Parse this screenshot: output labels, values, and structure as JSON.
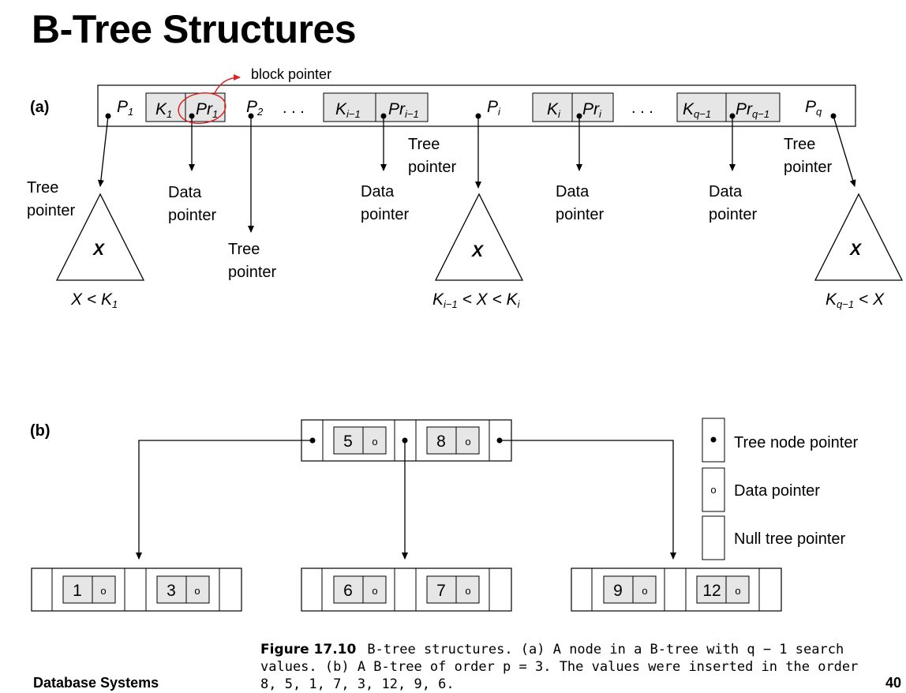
{
  "slide": {
    "title": "B-Tree Structures",
    "footer_left": "Database Systems",
    "page_number": "40"
  },
  "part_a": {
    "label": "(a)",
    "block_pointer_label": "block pointer",
    "tree_pointer_label": "Tree\npointer",
    "data_pointer_label": "Data\npointer",
    "subtree_label": "X",
    "conditions": [
      "X < K1",
      "Ki−1 < X < Ki",
      "Kq−1 < X"
    ]
  },
  "part_b": {
    "label": "(b)",
    "root_keys": [
      "5",
      "8"
    ],
    "leaf_nodes": [
      [
        "1",
        "3"
      ],
      [
        "6",
        "7"
      ],
      [
        "9",
        "12"
      ]
    ],
    "data_pointer_symbol": "o",
    "legend": [
      {
        "symbol": "•",
        "label": "Tree node pointer"
      },
      {
        "symbol": "o",
        "label": "Data pointer"
      },
      {
        "symbol": "",
        "label": "Null tree pointer"
      }
    ]
  },
  "caption": {
    "figure": "Figure 17.10",
    "text": "B-tree structures. (a) A node in a B-tree with q − 1 search values. (b) A B-tree of order p = 3. The values were inserted in the order 8, 5, 1, 7, 3, 12, 9, 6."
  }
}
